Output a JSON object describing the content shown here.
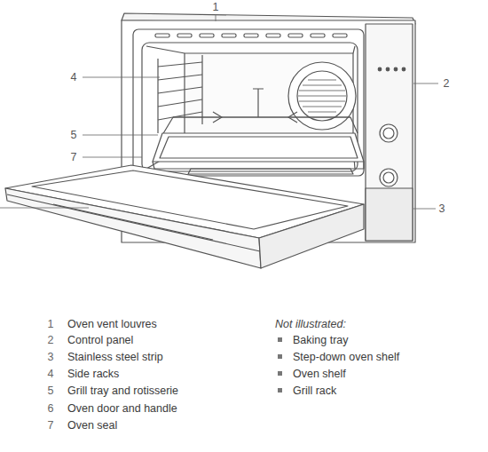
{
  "diagram": {
    "labels": [
      "1",
      "2",
      "4",
      "5",
      "7",
      "3",
      "1",
      "Oven vent louvres",
      "2",
      "Control panel",
      "3",
      "Stainless steel strip",
      "4",
      "Side racks",
      "5",
      "Grill tray and rotisserie",
      "6",
      "Oven door and handle",
      "7",
      "Oven seal",
      "Not illustrated:",
      "Baking tray",
      "Step-down oven shelf",
      "Oven shelf",
      "Grill rack"
    ]
  }
}
